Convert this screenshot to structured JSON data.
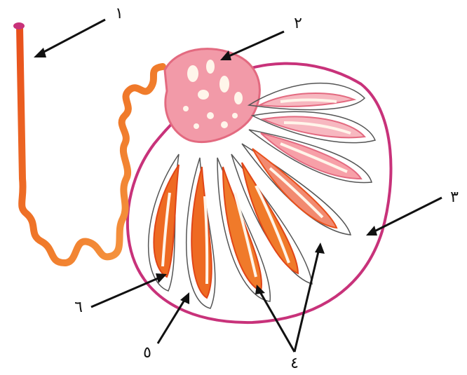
{
  "labels": [
    {
      "id": "1",
      "text": "١"
    },
    {
      "id": "2",
      "text": "٢"
    },
    {
      "id": "3",
      "text": "٣"
    },
    {
      "id": "4",
      "text": "٤"
    },
    {
      "id": "5",
      "text": "٥"
    },
    {
      "id": "6",
      "text": "٦"
    }
  ],
  "colors": {
    "background": "#ffffff",
    "duct_dark": "#e8501c",
    "duct_light": "#f7a14a",
    "rete_pink": "#f29aa8",
    "capsule_magenta": "#c8327a",
    "tubule_outline": "#555555",
    "tubule_fill_pink": "#f7b8c0",
    "tubule_fill_orange": "#f07a2a",
    "lumen_white": "#fff5ea",
    "arrow": "#111111"
  }
}
